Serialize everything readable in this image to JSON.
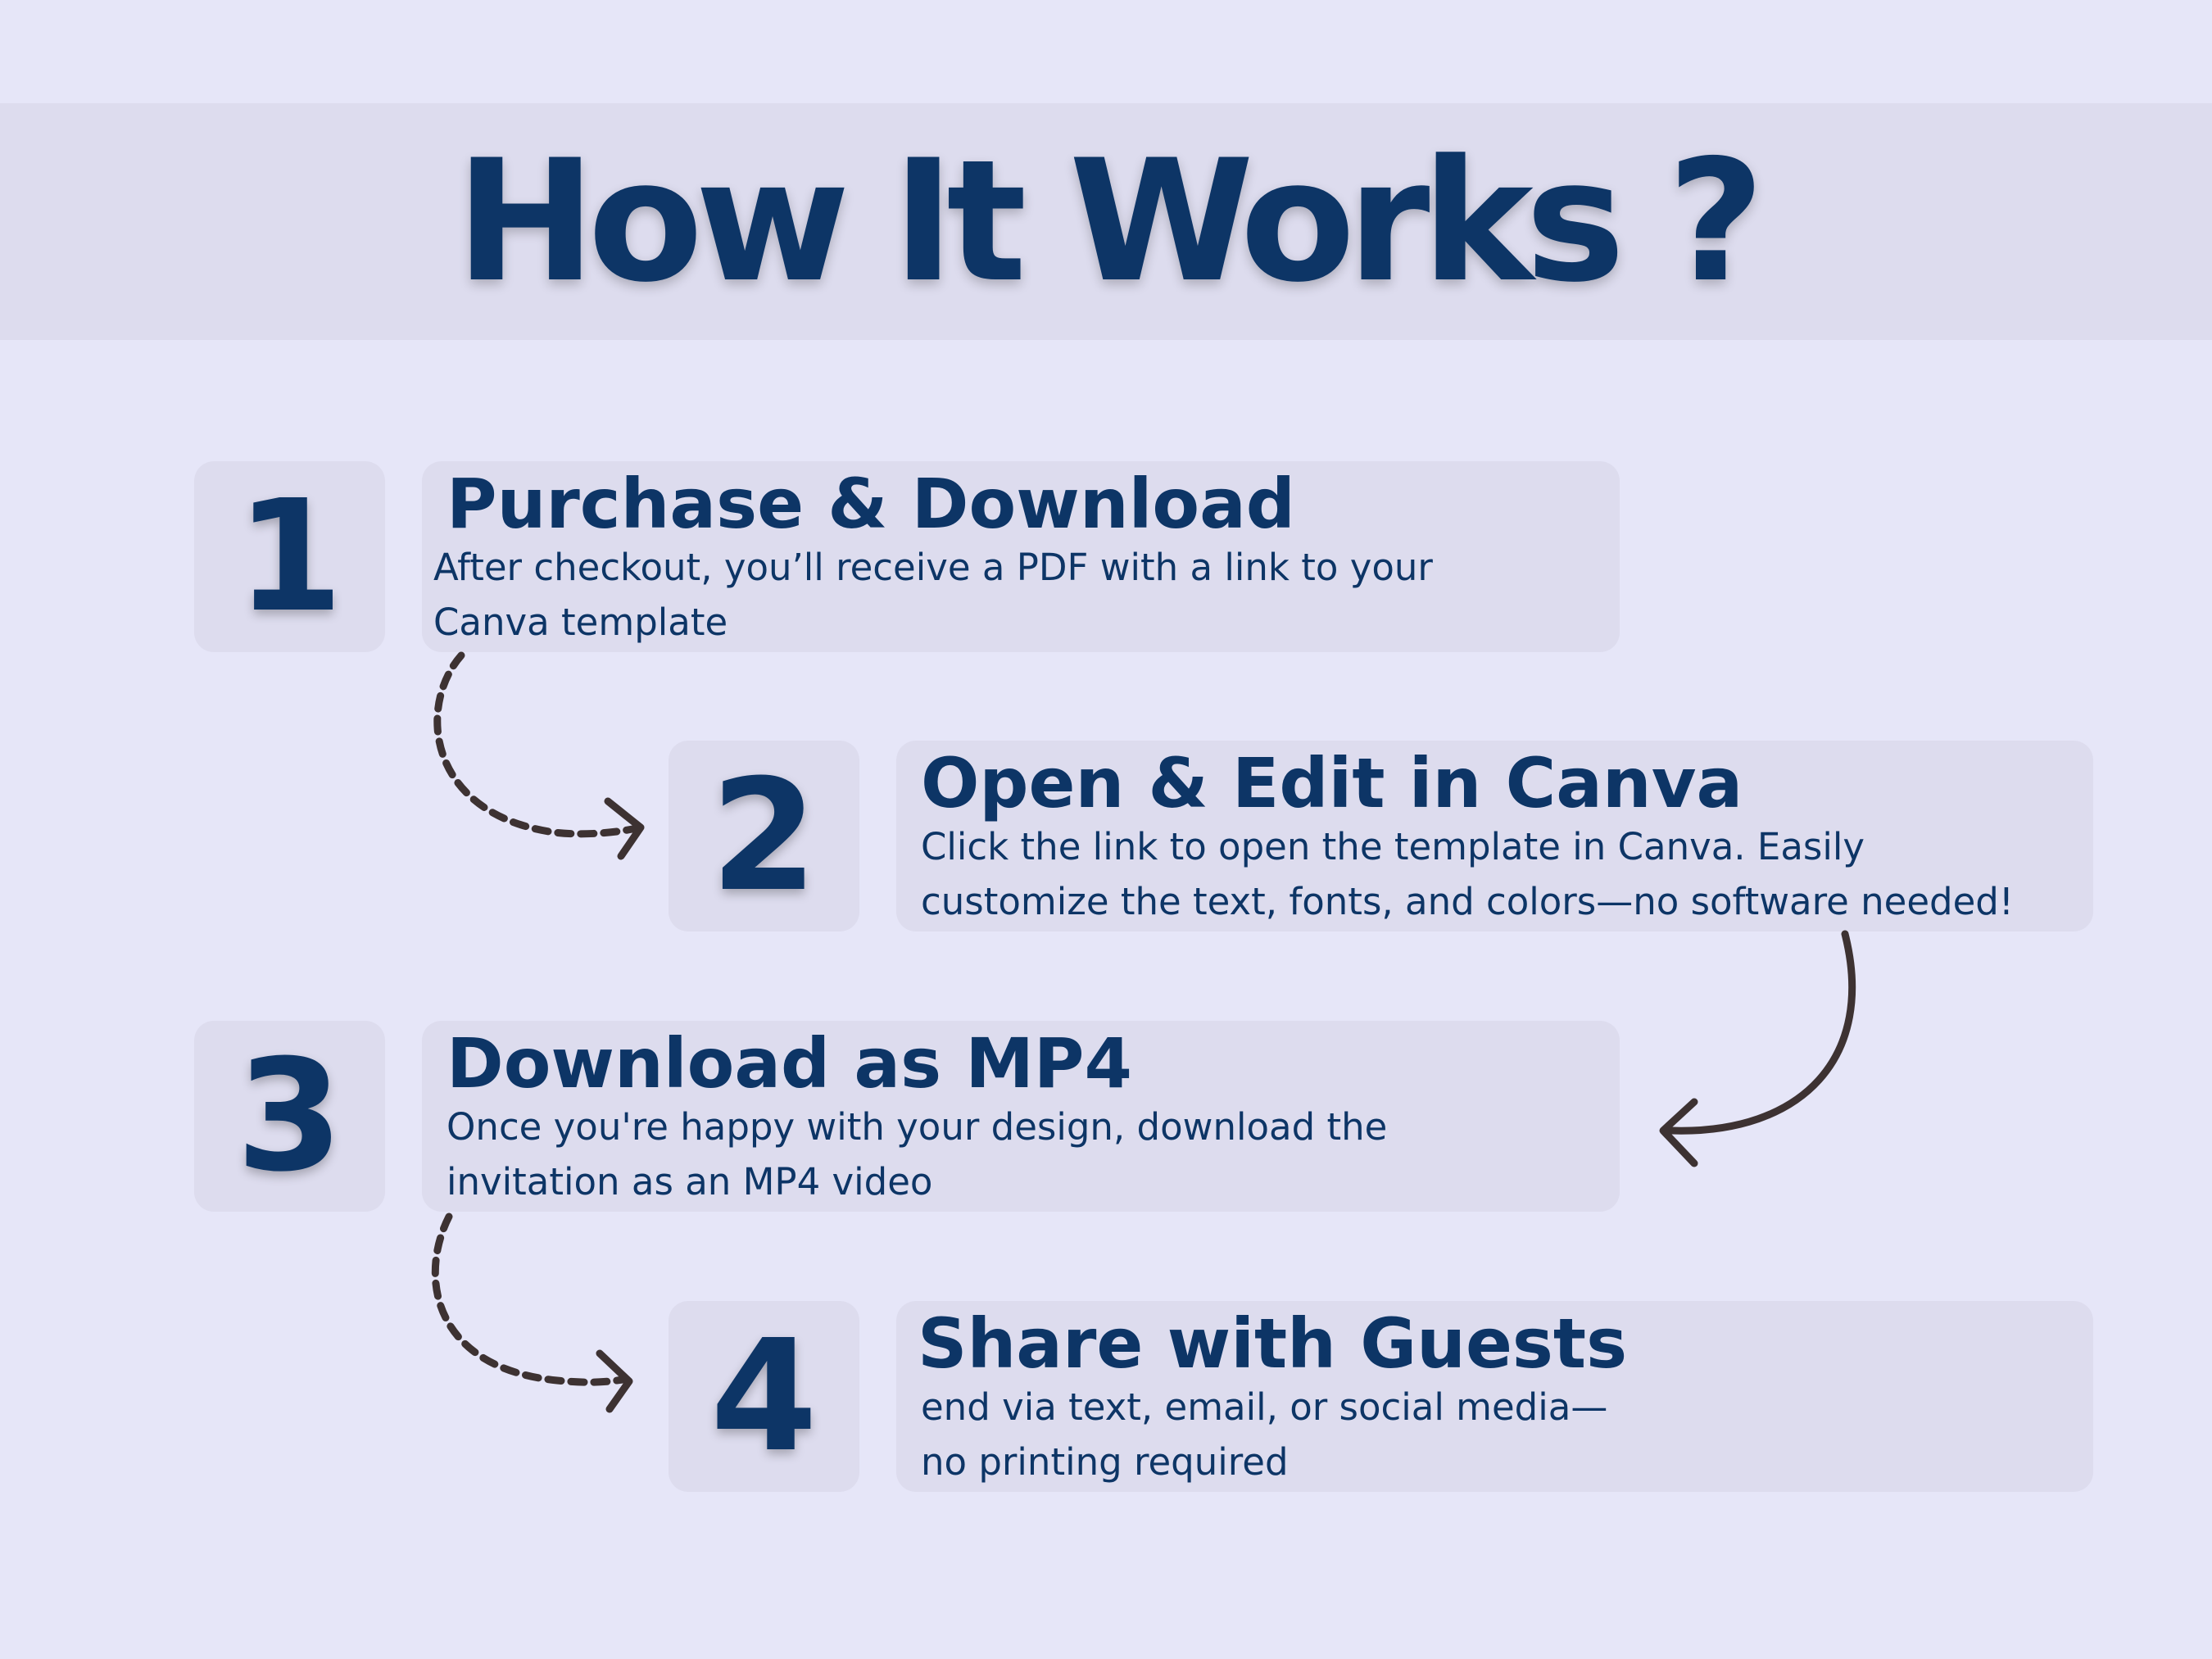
{
  "title": "How It Works ?",
  "steps": [
    {
      "number": "1",
      "title": "Purchase & Download",
      "desc_line1": "After checkout, you’ll receive a PDF with a link to your",
      "desc_line2": "Canva template"
    },
    {
      "number": "2",
      "title": "Open & Edit in Canva",
      "desc_line1": "Click the link to open the template in Canva. Easily",
      "desc_line2": "customize the text, fonts, and colors—no software needed!"
    },
    {
      "number": "3",
      "title": "Download as MP4",
      "desc_line1": "Once you're happy with your design, download the",
      "desc_line2": "invitation as an MP4 video"
    },
    {
      "number": "4",
      "title": "Share with Guests",
      "desc_line1": "end via text, email, or social media—",
      "desc_line2": "no printing required"
    }
  ],
  "colors": {
    "background": "#e6e6f8",
    "panel": "#dddcee",
    "text": "#0d3566",
    "arrow": "#3d3232"
  }
}
